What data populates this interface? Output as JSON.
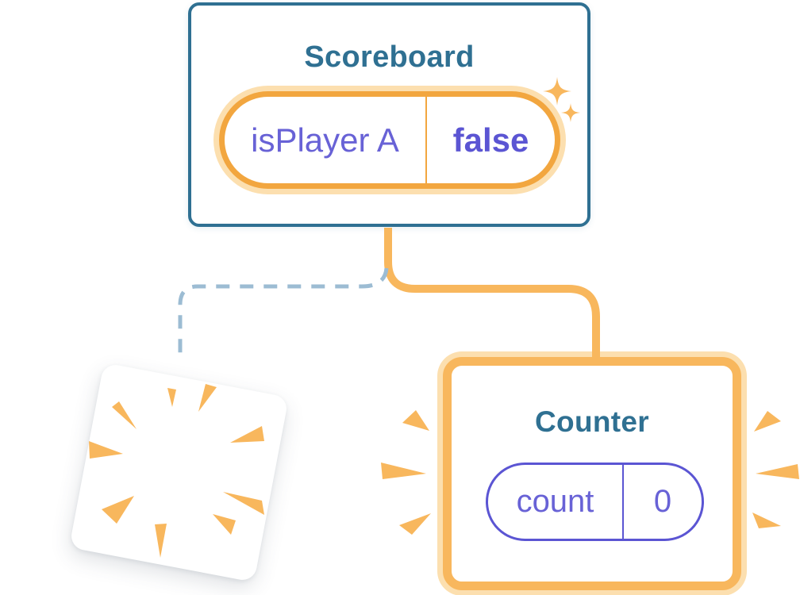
{
  "colors": {
    "bg": "#ffffff",
    "teal": "#2F7092",
    "purple": "#6862D6",
    "purple_bold": "#5B55D3",
    "orange": "#F2A63F",
    "orange_soft": "#F8B75D",
    "orange_light": "#FCDFAF",
    "dash_blue": "#9CBCD3"
  },
  "scoreboard": {
    "title": "Scoreboard",
    "state": {
      "name": "isPlayer A",
      "value": "false"
    }
  },
  "counter": {
    "title": "Counter",
    "state": {
      "name": "count",
      "value": "0"
    }
  }
}
